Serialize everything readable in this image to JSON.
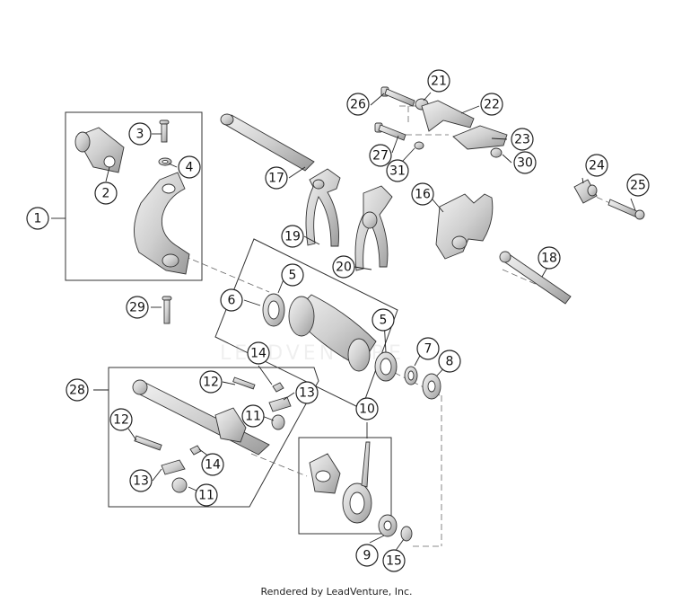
{
  "diagram": {
    "callouts": [
      "1",
      "2",
      "3",
      "4",
      "5",
      "5",
      "6",
      "7",
      "8",
      "9",
      "10",
      "11",
      "11",
      "12",
      "12",
      "13",
      "13",
      "14",
      "14",
      "15",
      "16",
      "17",
      "18",
      "19",
      "20",
      "21",
      "22",
      "23",
      "24",
      "25",
      "26",
      "27",
      "28",
      "29",
      "30",
      "31"
    ],
    "watermark": "LEADVENTURE",
    "footer": "Rendered by LeadVenture, Inc."
  }
}
